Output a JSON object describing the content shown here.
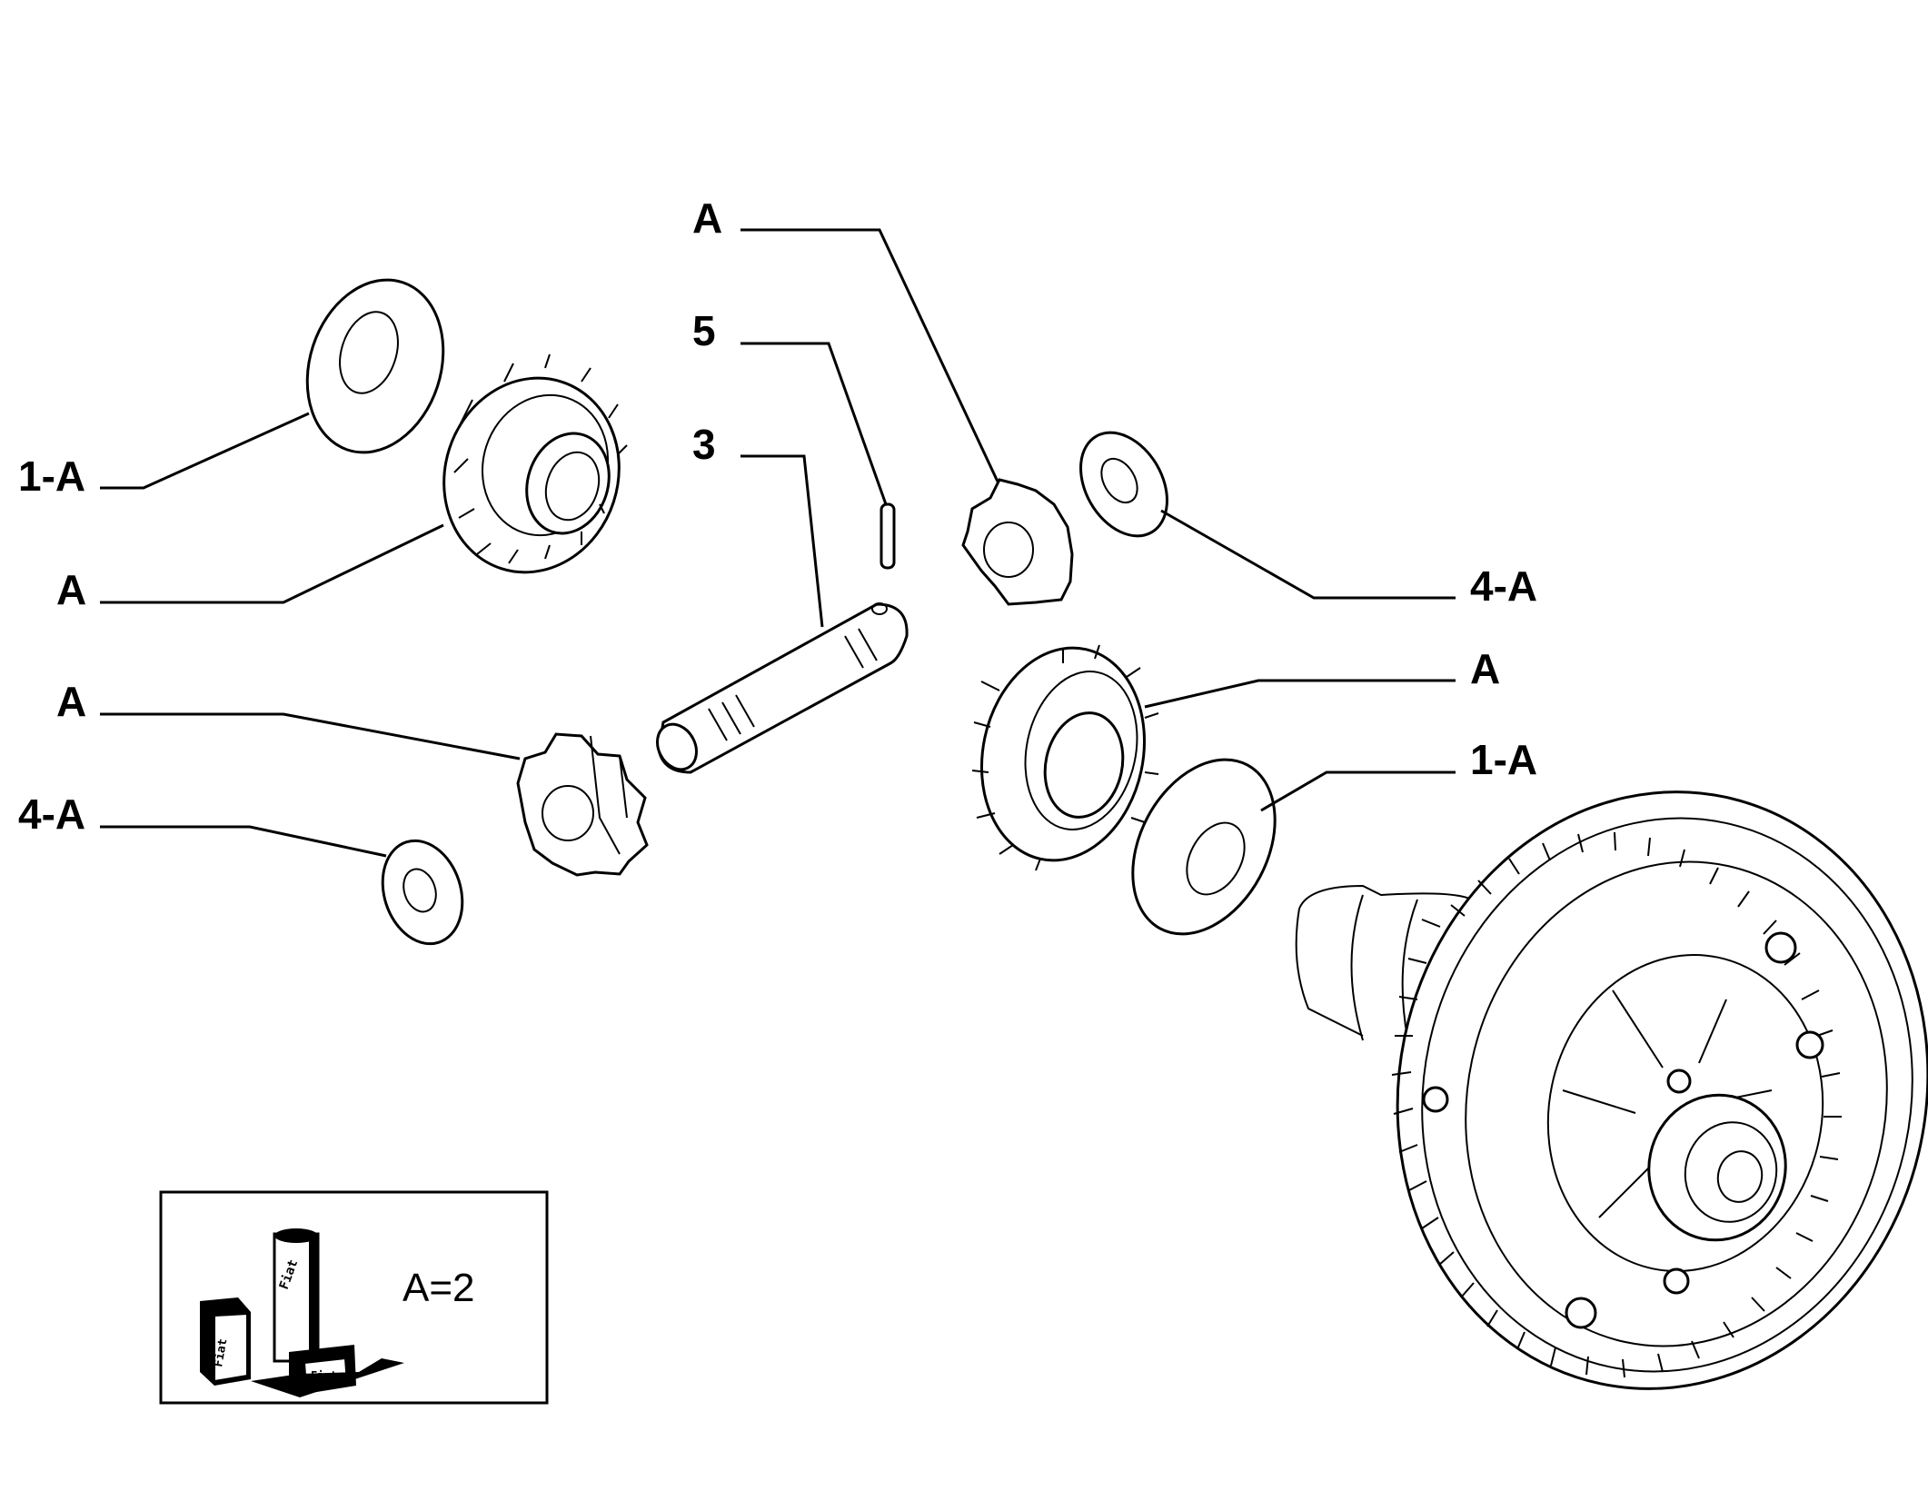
{
  "callouts": {
    "a_top": "A",
    "five": "5",
    "three": "3",
    "one_a_left": "1-A",
    "a_left_upper": "A",
    "a_left_mid": "A",
    "four_a_left": "4-A",
    "four_a_right": "4-A",
    "a_right": "A",
    "one_a_right": "1-A"
  },
  "kit": {
    "label": "A=2",
    "logo_text": "Fiat"
  },
  "colors": {
    "line": "#000000",
    "background": "#ffffff"
  }
}
